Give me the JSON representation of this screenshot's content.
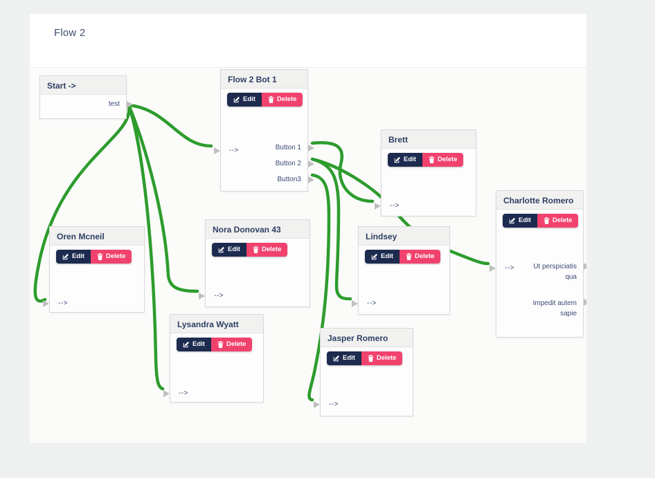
{
  "page_title": "Flow 2",
  "theme": {
    "wire_color": "#2d9c2d",
    "edit_button_color": "#1d2b4f",
    "delete_button_color": "#f1426e",
    "port_color": "#bfbfbf",
    "header_text_color": "#2e3f63"
  },
  "button_labels": {
    "edit": "Edit",
    "delete": "Delete"
  },
  "nodes": [
    {
      "id": "start",
      "title": "Start ->",
      "has_buttons": false,
      "input_label": null,
      "outputs": [
        {
          "id": "test",
          "label": "test"
        }
      ]
    },
    {
      "id": "bot",
      "title": "Flow 2 Bot 1",
      "has_buttons": true,
      "input_label": "-->",
      "outputs": [
        {
          "id": "button1",
          "label": "Button 1"
        },
        {
          "id": "button2",
          "label": "Button 2"
        },
        {
          "id": "button3",
          "label": "Button3"
        }
      ]
    },
    {
      "id": "brett",
      "title": "Brett",
      "has_buttons": true,
      "input_label": "-->",
      "outputs": []
    },
    {
      "id": "charlotte",
      "title": "Charlotte Romero",
      "has_buttons": true,
      "input_label": "-->",
      "outputs": [
        {
          "id": "out1",
          "label": "Ut perspiciatis qua"
        },
        {
          "id": "out2",
          "label": "Impedit autem sapie"
        }
      ]
    },
    {
      "id": "oren",
      "title": "Oren Mcneil",
      "has_buttons": true,
      "input_label": "-->",
      "outputs": []
    },
    {
      "id": "nora",
      "title": "Nora Donovan 43",
      "has_buttons": true,
      "input_label": "-->",
      "outputs": []
    },
    {
      "id": "lindsey",
      "title": "Lindsey",
      "has_buttons": true,
      "input_label": "-->",
      "outputs": []
    },
    {
      "id": "lysandra",
      "title": "Lysandra Wyatt",
      "has_buttons": true,
      "input_label": "-->",
      "outputs": []
    },
    {
      "id": "jasper",
      "title": "Jasper Romero",
      "has_buttons": true,
      "input_label": "-->",
      "outputs": []
    }
  ],
  "connections": [
    {
      "from": "start.test",
      "to": "bot.input"
    },
    {
      "from": "start.test",
      "to": "oren.input"
    },
    {
      "from": "start.test",
      "to": "nora.input"
    },
    {
      "from": "start.test",
      "to": "lysandra.input"
    },
    {
      "from": "bot.button1",
      "to": "brett.input"
    },
    {
      "from": "bot.button2",
      "to": "charlotte.input"
    },
    {
      "from": "bot.button2",
      "to": "lindsey.input"
    },
    {
      "from": "bot.button3",
      "to": "jasper.input"
    }
  ]
}
